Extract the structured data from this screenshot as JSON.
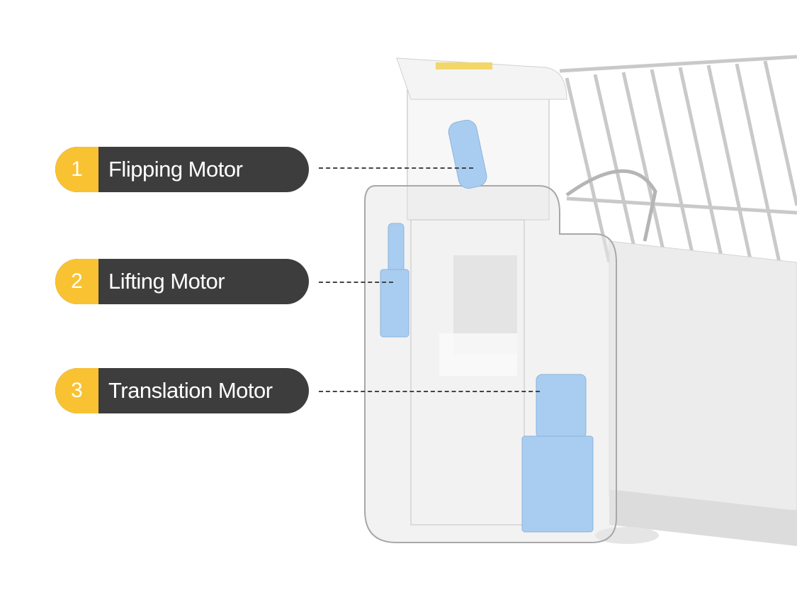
{
  "callouts": [
    {
      "number": "1",
      "label": "Flipping Motor"
    },
    {
      "number": "2",
      "label": "Lifting Motor"
    },
    {
      "number": "3",
      "label": "Translation Motor"
    }
  ],
  "colors": {
    "badge": "#f9c232",
    "pill": "#3d3d3d",
    "motor": "#a9cdf0"
  }
}
